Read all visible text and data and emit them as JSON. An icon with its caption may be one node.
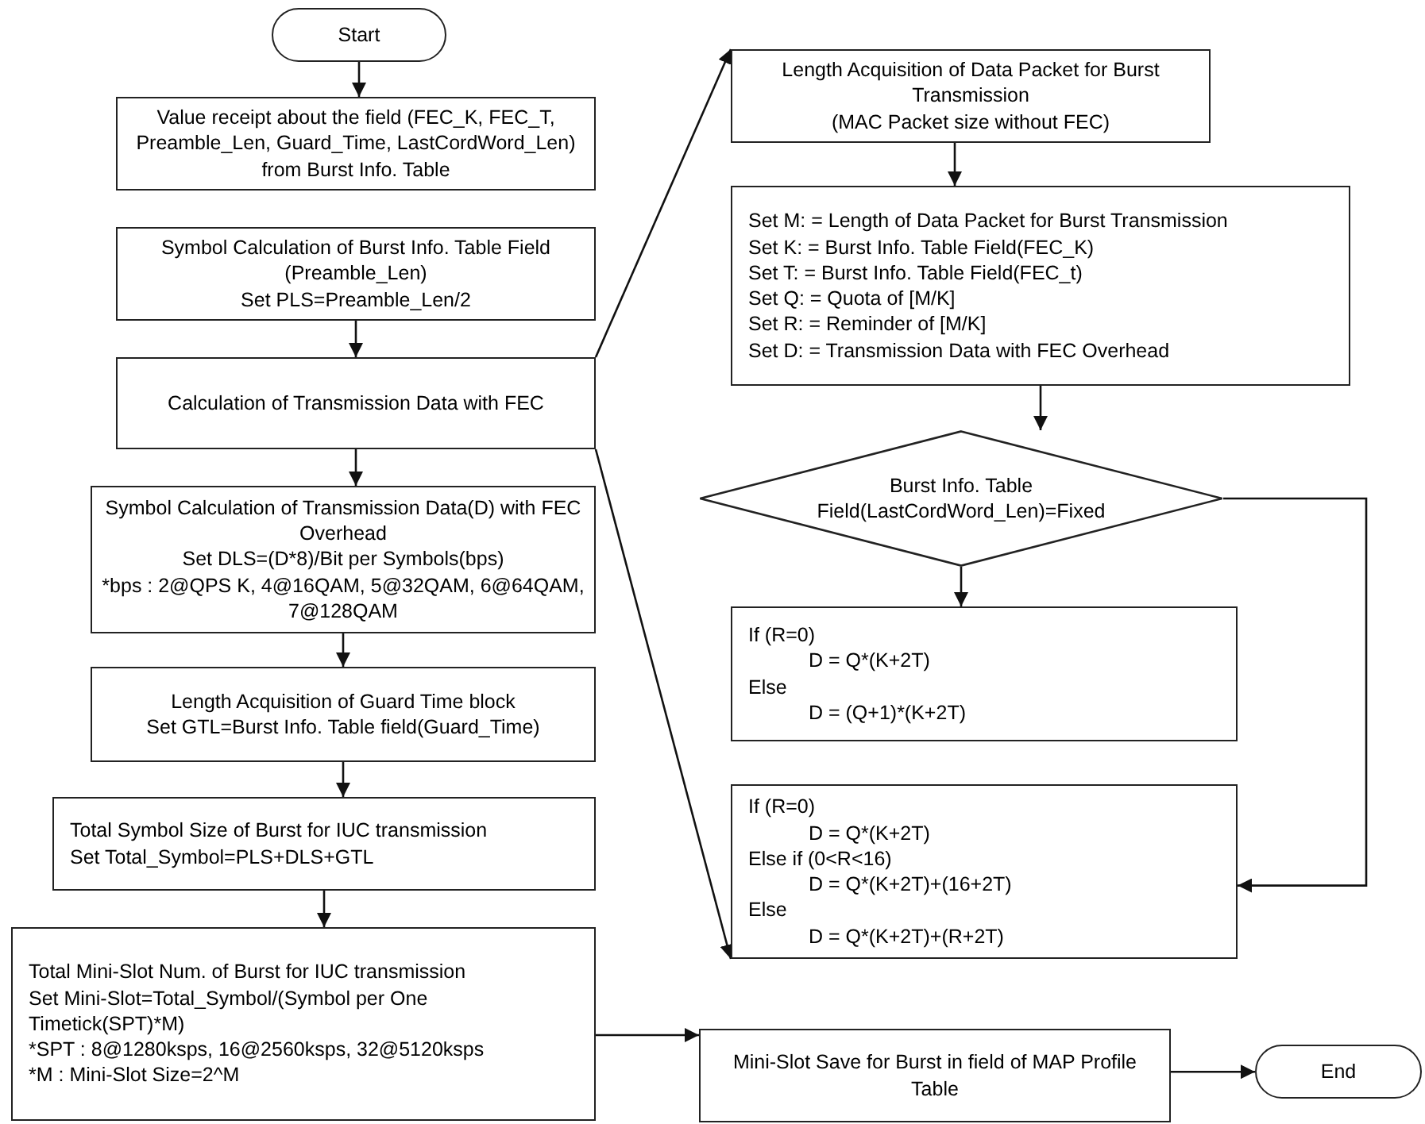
{
  "diagram": {
    "nodes": [
      {
        "text": [
          "Start"
        ]
      },
      {
        "text": [
          "Value receipt about the field (FEC_K, FEC_T, Preamble_Len, Guard_Time, LastCordWord_Len) from Burst Info. Table"
        ]
      },
      {
        "text": [
          "Symbol Calculation of Burst Info. Table Field (Preamble_Len)",
          "Set PLS=Preamble_Len/2"
        ]
      },
      {
        "text": [
          "Calculation of Transmission Data with FEC"
        ]
      },
      {
        "text": [
          "Symbol Calculation of Transmission Data(D) with FEC Overhead",
          "Set DLS=(D*8)/Bit per Symbols(bps)",
          "*bps : 2@QPS K, 4@16QAM, 5@32QAM, 6@64QAM, 7@128QAM"
        ]
      },
      {
        "text": [
          "Length Acquisition of Guard Time block",
          "Set GTL=Burst Info. Table field(Guard_Time)"
        ]
      },
      {
        "text": [
          "Total Symbol Size of Burst for IUC transmission",
          "Set Total_Symbol=PLS+DLS+GTL"
        ]
      },
      {
        "text": [
          "Total Mini-Slot Num. of Burst for IUC transmission",
          "Set Mini-Slot=Total_Symbol/(Symbol per One Timetick(SPT)*M)",
          "*SPT : 8@1280ksps, 16@2560ksps, 32@5120ksps",
          "*M : Mini-Slot Size=2^M"
        ]
      },
      {
        "text": [
          "Length Acquisition of Data Packet for Burst Transmission",
          "(MAC Packet size without FEC)"
        ]
      },
      {
        "text": [
          "Set M: = Length of Data Packet for Burst Transmission",
          "Set K: = Burst Info. Table Field(FEC_K)",
          "Set T: = Burst Info. Table Field(FEC_t)",
          "Set Q: = Quota of [M/K]",
          "Set R: = Reminder of [M/K]",
          "Set D: = Transmission Data with FEC Overhead"
        ]
      },
      {
        "text": [
          "Burst Info. Table Field(LastCordWord_Len)=Fixed"
        ]
      },
      {
        "text": [
          "If (R=0)",
          "D = Q*(K+2T)",
          "Else",
          "D = (Q+1)*(K+2T)"
        ]
      },
      {
        "text": [
          "If (R=0)",
          "D = Q*(K+2T)",
          "Else if (0<R<16)",
          "D = Q*(K+2T)+(16+2T)",
          "Else",
          "D = Q*(K+2T)+(R+2T)"
        ]
      },
      {
        "text": [
          "Mini-Slot Save for Burst in field of MAP Profile Table"
        ]
      },
      {
        "text": [
          "End"
        ]
      }
    ],
    "edges": [
      {
        "from": 0,
        "to": 1,
        "arrow": "to"
      },
      {
        "from": 2,
        "to": 3,
        "arrow": "to"
      },
      {
        "from": 3,
        "to": 4,
        "arrow": "to"
      },
      {
        "from": 4,
        "to": 5,
        "arrow": "to"
      },
      {
        "from": 5,
        "to": 6,
        "arrow": "to"
      },
      {
        "from": 6,
        "to": 7,
        "arrow": "to"
      },
      {
        "from": 3,
        "to": 8,
        "arrow": "to"
      },
      {
        "from": 8,
        "to": 9,
        "arrow": "to"
      },
      {
        "from": 9,
        "to": 10,
        "arrow": "to"
      },
      {
        "from": 10,
        "to": 11,
        "arrow": "to"
      },
      {
        "from": 10,
        "to": 12,
        "arrow": "to"
      },
      {
        "from": 3,
        "to": 12,
        "arrow": "to"
      },
      {
        "from": 7,
        "to": 13,
        "arrow": "to"
      },
      {
        "from": 13,
        "to": 14,
        "arrow": "to"
      }
    ]
  }
}
